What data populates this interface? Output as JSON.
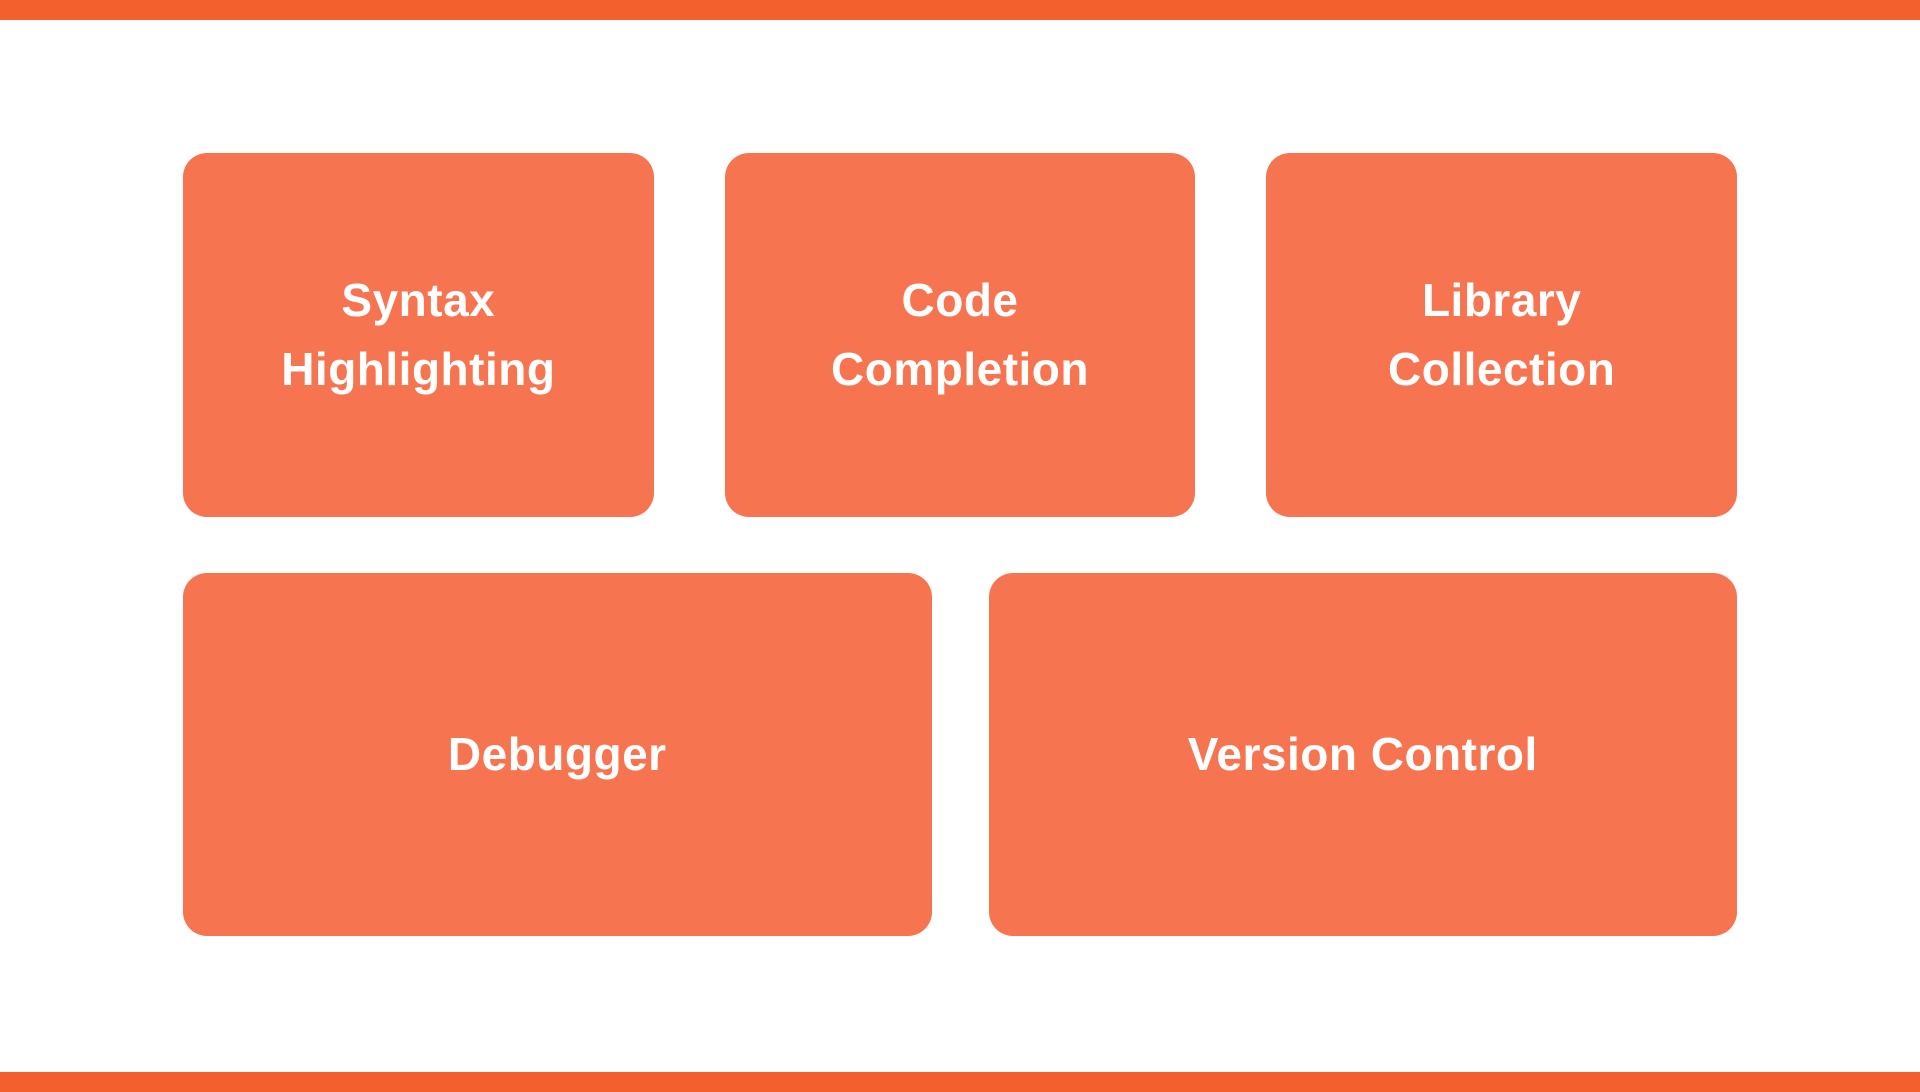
{
  "colors": {
    "page_background": "#ffffff",
    "accent_bar": "#f35f2d",
    "card_fill": "#f6744f",
    "card_text": "#ffffff"
  },
  "cards": {
    "row1": [
      {
        "label": "Syntax Highlighting",
        "line1": "Syntax",
        "line2": "Highlighting"
      },
      {
        "label": "Code Completion",
        "line1": "Code",
        "line2": "Completion"
      },
      {
        "label": "Library Collection",
        "line1": "Library",
        "line2": "Collection"
      }
    ],
    "row2": [
      {
        "label": "Debugger"
      },
      {
        "label": "Version Control"
      }
    ]
  }
}
